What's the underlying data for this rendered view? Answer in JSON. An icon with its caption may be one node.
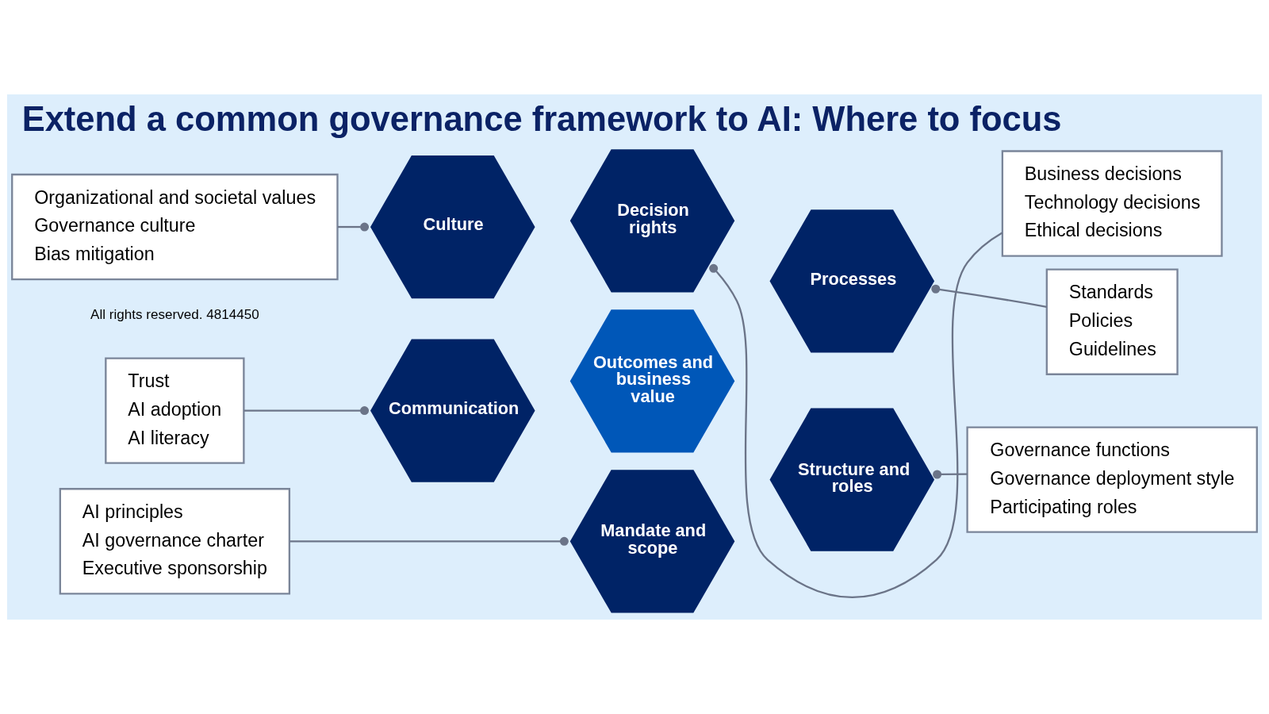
{
  "diagram": {
    "title": "Extend a common governance framework to AI: Where to focus",
    "nodes": [
      {
        "text": [
          "AI principles",
          "AI governance charter",
          "Executive sponsorship"
        ]
      },
      {
        "text": [
          "Governance functions",
          "Governance deployment style",
          "Participating roles"
        ]
      },
      {
        "text": [
          "Mandate and scope"
        ]
      },
      {
        "text": [
          "Communication"
        ]
      },
      {
        "text": [
          "Structure and roles"
        ]
      },
      {
        "text": [
          "Trust",
          "AI adoption",
          "AI literacy"
        ]
      },
      {
        "text": [
          "Outcomes and business value"
        ]
      },
      {
        "text": [
          "Standards",
          "Policies",
          "Guidelines"
        ]
      },
      {
        "text": [
          "Culture"
        ]
      },
      {
        "text": [
          "Processes"
        ]
      },
      {
        "text": [
          "Organizational and societal values",
          "Governance culture",
          "Bias mitigation"
        ]
      },
      {
        "text": [
          "Decision rights"
        ]
      },
      {
        "text": [
          "Business decisions",
          "Technology decisions",
          "Ethical decisions"
        ]
      }
    ],
    "edges": [
      {
        "from": 0,
        "to": 2,
        "arrow": "other"
      },
      {
        "from": 1,
        "to": 4,
        "arrow": "other"
      },
      {
        "from": 5,
        "to": 3,
        "arrow": "other"
      },
      {
        "from": 7,
        "to": 9,
        "arrow": "other"
      },
      {
        "from": 10,
        "to": 8,
        "arrow": "other"
      },
      {
        "from": 12,
        "to": 11,
        "arrow": "other"
      }
    ],
    "labels": [
      "All rights reserved. 4814450"
    ]
  }
}
